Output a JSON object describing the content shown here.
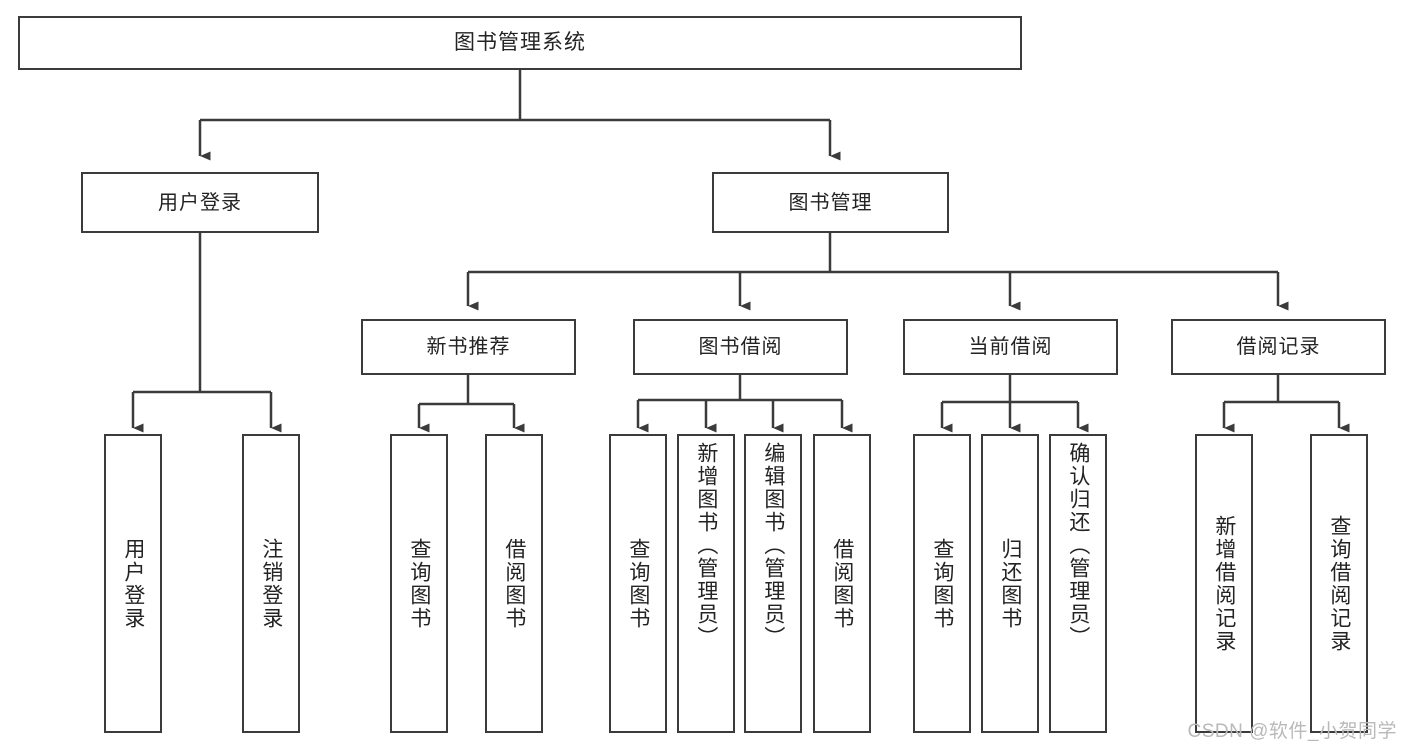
{
  "diagram": {
    "title": "图书管理系统",
    "watermark": "CSDN @软件_小贺同学",
    "stroke_color": "#3b3b3b",
    "text_color": "#232323",
    "background_color": "#ffffff",
    "root": {
      "label": "图书管理系统"
    },
    "level1": [
      {
        "label": "用户登录"
      },
      {
        "label": "图书管理"
      }
    ],
    "level2": [
      {
        "label": "新书推荐"
      },
      {
        "label": "图书借阅"
      },
      {
        "label": "当前借阅"
      },
      {
        "label": "借阅记录"
      }
    ],
    "leaves": {
      "user_login": [
        {
          "label": "用户登录"
        },
        {
          "label": "注销登录"
        }
      ],
      "new_book_recommend": [
        {
          "label": "查询图书"
        },
        {
          "label": "借阅图书"
        }
      ],
      "book_borrow": [
        {
          "label": "查询图书"
        },
        {
          "label": "新增图书（管理员）"
        },
        {
          "label": "编辑图书（管理员）"
        },
        {
          "label": "借阅图书"
        }
      ],
      "current_borrow": [
        {
          "label": "查询图书"
        },
        {
          "label": "归还图书"
        },
        {
          "label": "确认归还（管理员）"
        }
      ],
      "borrow_record": [
        {
          "label": "新增借阅记录"
        },
        {
          "label": "查询借阅记录"
        }
      ]
    }
  },
  "chart_data": {
    "type": "table",
    "title": "图书管理系统 功能结构图",
    "structure": [
      {
        "level": 0,
        "name": "图书管理系统",
        "children": [
          "用户登录",
          "图书管理"
        ]
      },
      {
        "level": 1,
        "name": "用户登录",
        "children": [
          "用户登录",
          "注销登录"
        ]
      },
      {
        "level": 1,
        "name": "图书管理",
        "children": [
          "新书推荐",
          "图书借阅",
          "当前借阅",
          "借阅记录"
        ]
      },
      {
        "level": 2,
        "name": "新书推荐",
        "children": [
          "查询图书",
          "借阅图书"
        ]
      },
      {
        "level": 2,
        "name": "图书借阅",
        "children": [
          "查询图书",
          "新增图书（管理员）",
          "编辑图书（管理员）",
          "借阅图书"
        ]
      },
      {
        "level": 2,
        "name": "当前借阅",
        "children": [
          "查询图书",
          "归还图书",
          "确认归还（管理员）"
        ]
      },
      {
        "level": 2,
        "name": "借阅记录",
        "children": [
          "新增借阅记录",
          "查询借阅记录"
        ]
      }
    ]
  }
}
